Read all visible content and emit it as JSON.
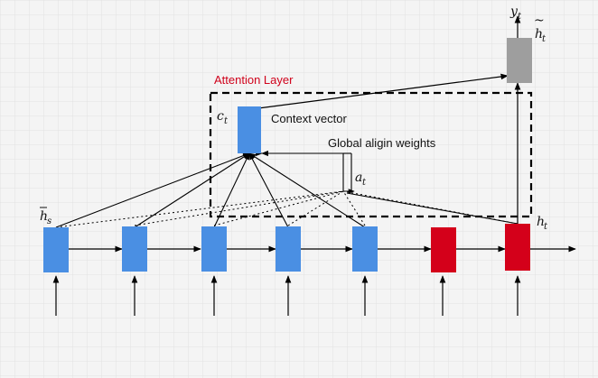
{
  "labels": {
    "attention_layer": "Attention Layer",
    "context_vector": "Context vector",
    "global_align_weights": "Global aligin weights",
    "c_t_base": "c",
    "c_t_sub": "t",
    "a_t_base": "a",
    "a_t_sub": "t",
    "h_t_base": "h",
    "h_t_sub": "t",
    "y_t_base": "y",
    "y_t_sub": "t",
    "hs_bar_base": "h",
    "hs_bar_sub": "s",
    "htilde_base": "h",
    "htilde_sub": "t"
  },
  "colors": {
    "background": "#f4f4f4",
    "grid": "#e2e2e2",
    "encoder_blue": "#4a8fe3",
    "decoder_red": "#d4001a",
    "output_gray": "#9e9e9e",
    "attention_label": "#d0021b",
    "line": "#000000"
  },
  "nodes": {
    "encoder_count": 5,
    "decoder_count": 2
  }
}
